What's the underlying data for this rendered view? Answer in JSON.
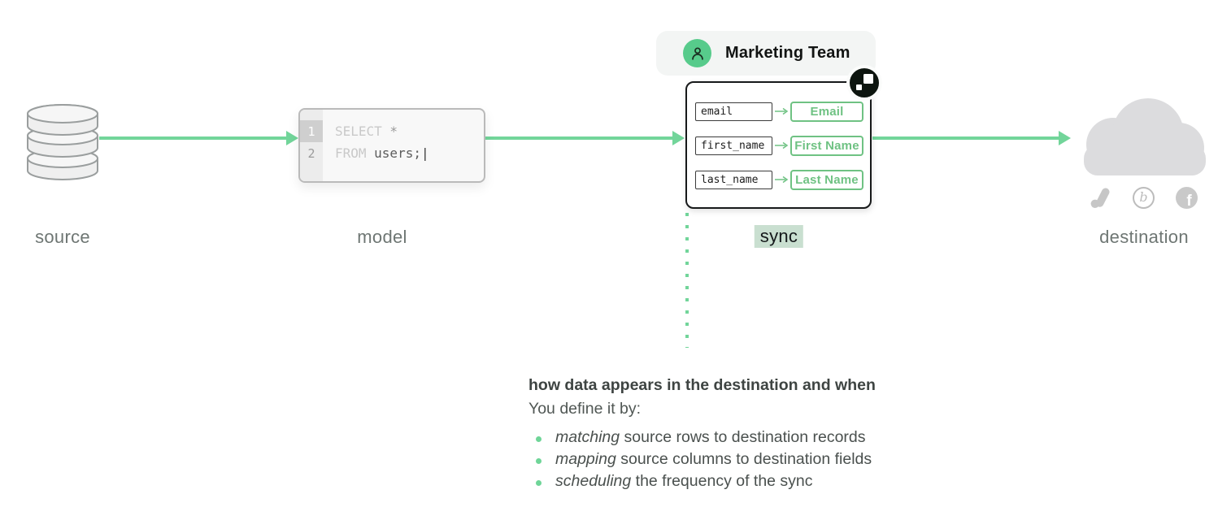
{
  "colors": {
    "arrow_green": "#72d59a",
    "mapping_green": "#6fc283",
    "avatar_green": "#57cb8b",
    "sync_highlight": "#c9dfd0",
    "label_gray": "#6e7673",
    "cloud_gray": "#dcdcde",
    "badge_black": "#0d150f"
  },
  "labels": {
    "source": "source",
    "model": "model",
    "sync": "sync",
    "destination": "destination"
  },
  "team": {
    "name": "Marketing Team"
  },
  "code": {
    "line_numbers": [
      "1",
      "2"
    ],
    "lines": [
      {
        "keyword": "SELECT",
        "rest": " *"
      },
      {
        "keyword": "FROM",
        "rest": " users;"
      }
    ],
    "cursor": "|"
  },
  "mappings": [
    {
      "source": "email",
      "destination": "Email"
    },
    {
      "source": "first_name",
      "destination": "First Name"
    },
    {
      "source": "last_name",
      "destination": "Last Name"
    }
  ],
  "icons": {
    "avatar": "person-icon",
    "badge": "hightouch-logo-icon",
    "source": "database-icon",
    "destination": "cloud-icon",
    "destination_apps": [
      "google-ads-icon",
      "braze-icon",
      "facebook-icon"
    ],
    "braze_glyph": "b",
    "facebook_glyph": "f"
  },
  "description": {
    "heading": "how data appears in the destination and when",
    "subheading": "You define it by:",
    "bullets": [
      {
        "lead": "matching",
        "rest": " source rows to destination records"
      },
      {
        "lead": "mapping",
        "rest": " source columns to destination fields"
      },
      {
        "lead": "scheduling",
        "rest": " the frequency of the sync"
      }
    ]
  }
}
